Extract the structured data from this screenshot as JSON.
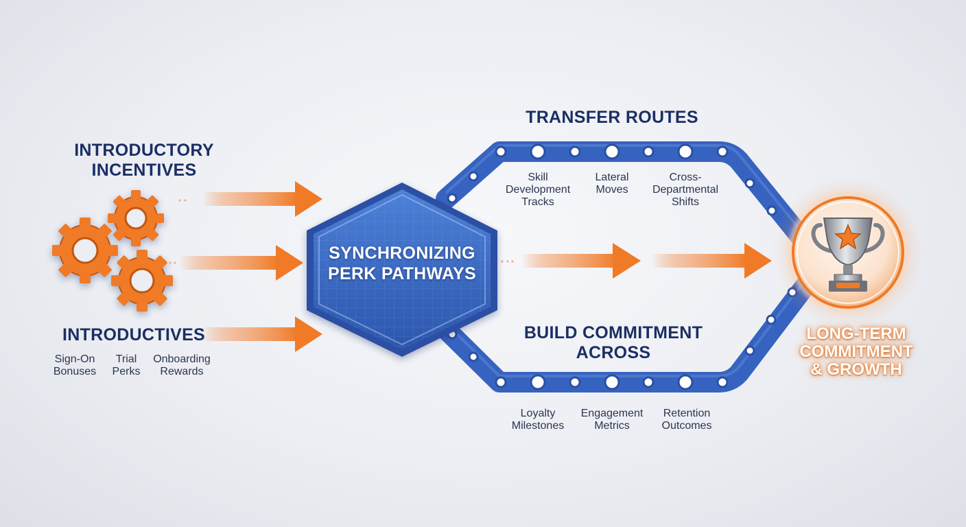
{
  "colors": {
    "navy": "#1b2f63",
    "blue": "#3763c0",
    "orange": "#f07a26",
    "background": "#eceef3"
  },
  "left": {
    "top_heading": "INTRODUCTORY\nINCENTIVES",
    "bottom_heading": "INTRODUCTIVES",
    "items": [
      "Sign-On\nBonuses",
      "Trial\nPerks",
      "Onboarding\nRewards"
    ],
    "icon": "gears-icon"
  },
  "center": {
    "title": "SYNCHRONIZING\nPERK PATHWAYS",
    "icon": "hexagon-hub"
  },
  "top_route": {
    "heading": "TRANSFER ROUTES",
    "items": [
      "Skill\nDevelopment\nTracks",
      "Lateral\nMoves",
      "Cross-\nDepartmental\nShifts"
    ]
  },
  "bottom_route": {
    "heading": "BUILD COMMITMENT\nACROSS",
    "items": [
      "Loyalty\nMilestones",
      "Engagement\nMetrics",
      "Retention\nOutcomes"
    ]
  },
  "goal": {
    "title": "LONG-TERM\nCOMMITMENT\n& GROWTH",
    "icon": "trophy-icon"
  }
}
